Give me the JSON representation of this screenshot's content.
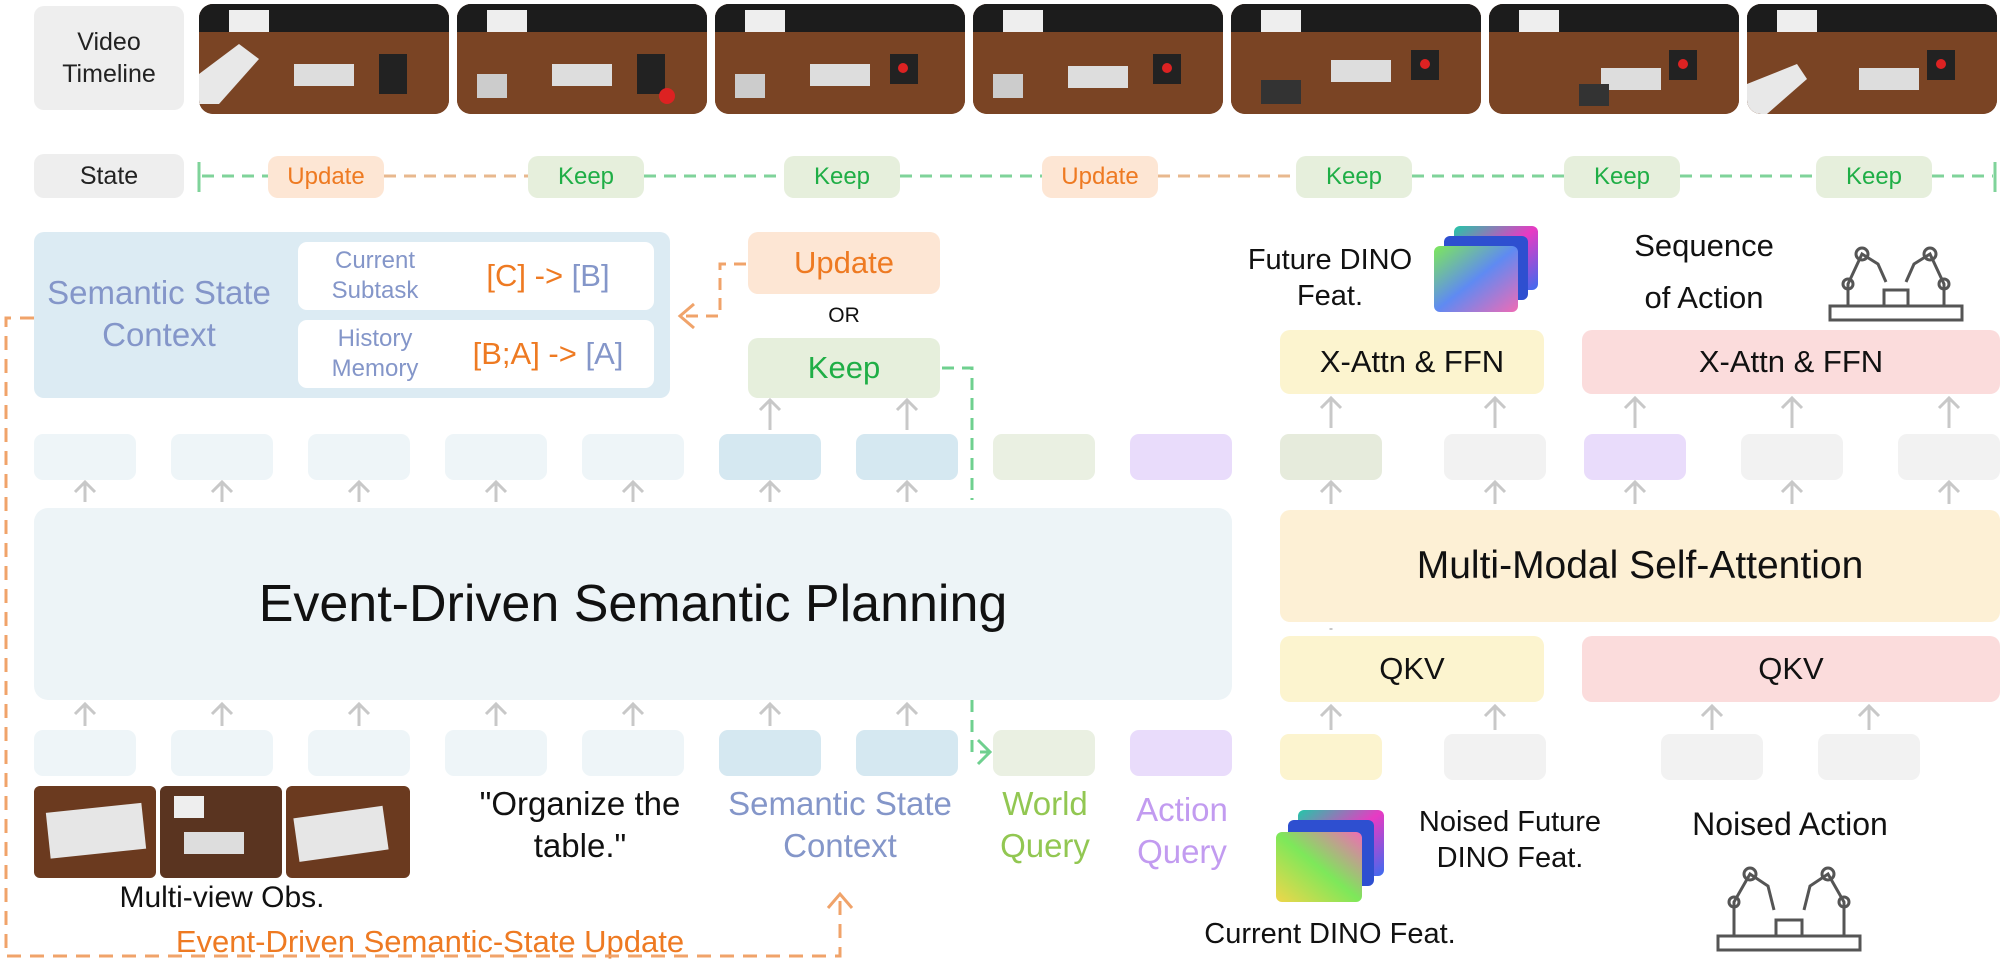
{
  "timeline": {
    "video_label": "Video\nTimeline",
    "state_label": "State",
    "states": [
      "Update",
      "Keep",
      "Keep",
      "Update",
      "Keep",
      "Keep",
      "Keep"
    ]
  },
  "context": {
    "title": "Semantic State\nContext",
    "row1_label": "Current\nSubtask",
    "row1_value_a": "[C] -> ",
    "row1_value_b": "[B]",
    "row2_label": "History\nMemory",
    "row2_value_a": "[B;A] -> ",
    "row2_value_b": "[A]"
  },
  "decision": {
    "update": "Update",
    "or": "OR",
    "keep": "Keep"
  },
  "planning": {
    "title": "Event-Driven Semantic Planning"
  },
  "inputs": {
    "multiview": "Multi-view Obs.",
    "instruction": "\"Organize the\ntable.\"",
    "semantic_state": "Semantic State\nContext",
    "world_query": "World\nQuery",
    "action_query": "Action\nQuery"
  },
  "loop_label": "Event-Driven Semantic-State Update",
  "right": {
    "future_dino": "Future DINO\nFeat.",
    "sequence_action": "Sequence\nof Action",
    "xattn1": "X-Attn & FFN",
    "xattn2": "X-Attn & FFN",
    "mmsa": "Multi-Modal Self-Attention",
    "qkv1": "QKV",
    "qkv2": "QKV",
    "noised_future": "Noised Future\nDINO Feat.",
    "noised_action": "Noised Action",
    "current_dino": "Current DINO Feat."
  },
  "colors": {
    "update_orange": "#ee7a22",
    "keep_green": "#1fae46",
    "semantic_blue": "#8496c9",
    "world_green": "#92c752",
    "action_purple": "#c29bf0"
  }
}
